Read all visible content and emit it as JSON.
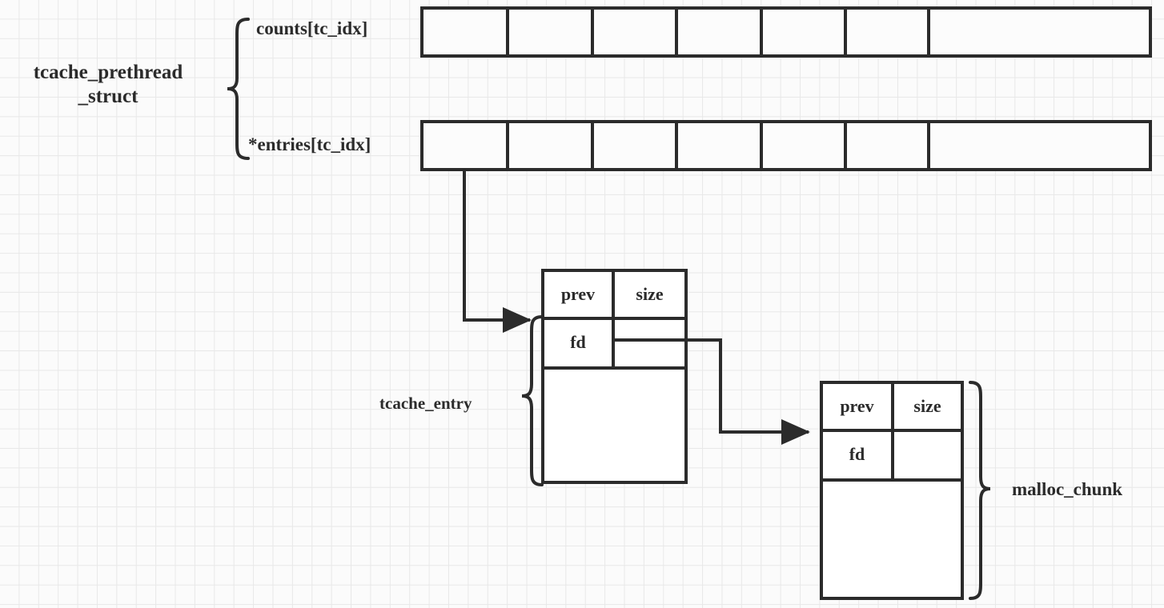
{
  "diagram": {
    "title": "glibc tcache structure diagram",
    "background_color": "#fbfbfb",
    "grid_color": "#e8e8e8",
    "stroke_color": "#2b2b2b",
    "fill_color": "#ffffff"
  },
  "labels": {
    "struct_name": "tcache_prethread\n_struct",
    "counts_array": "counts[tc_idx]",
    "entries_array": "*entries[tc_idx]",
    "tcache_entry": "tcache_entry",
    "malloc_chunk": "malloc_chunk"
  },
  "arrays": {
    "counts": {
      "label": "counts[tc_idx]",
      "cell_count": 7,
      "cells": [
        "",
        "",
        "",
        "",
        "",
        "",
        ""
      ]
    },
    "entries": {
      "label": "*entries[tc_idx]",
      "cell_count": 7,
      "cells": [
        "",
        "",
        "",
        "",
        "",
        "",
        ""
      ]
    }
  },
  "chunks": [
    {
      "name": "first-chunk",
      "group_label": "tcache_entry",
      "fields": [
        {
          "name": "prev",
          "text": "prev"
        },
        {
          "name": "size",
          "text": "size"
        },
        {
          "name": "fd",
          "text": "fd"
        },
        {
          "name": "fd-value",
          "text": ""
        },
        {
          "name": "body",
          "text": ""
        }
      ]
    },
    {
      "name": "second-chunk",
      "group_label": "malloc_chunk",
      "fields": [
        {
          "name": "prev",
          "text": "prev"
        },
        {
          "name": "size",
          "text": "size"
        },
        {
          "name": "fd",
          "text": "fd"
        },
        {
          "name": "fd-value",
          "text": ""
        },
        {
          "name": "body",
          "text": ""
        }
      ]
    }
  ],
  "connections": [
    {
      "name": "entries-to-first-chunk",
      "from": "entries[0]",
      "to": "first-chunk",
      "style": "arrow"
    },
    {
      "name": "first-chunk-fd-to-second-chunk",
      "from": "first-chunk.fd",
      "to": "second-chunk",
      "style": "arrow"
    }
  ]
}
